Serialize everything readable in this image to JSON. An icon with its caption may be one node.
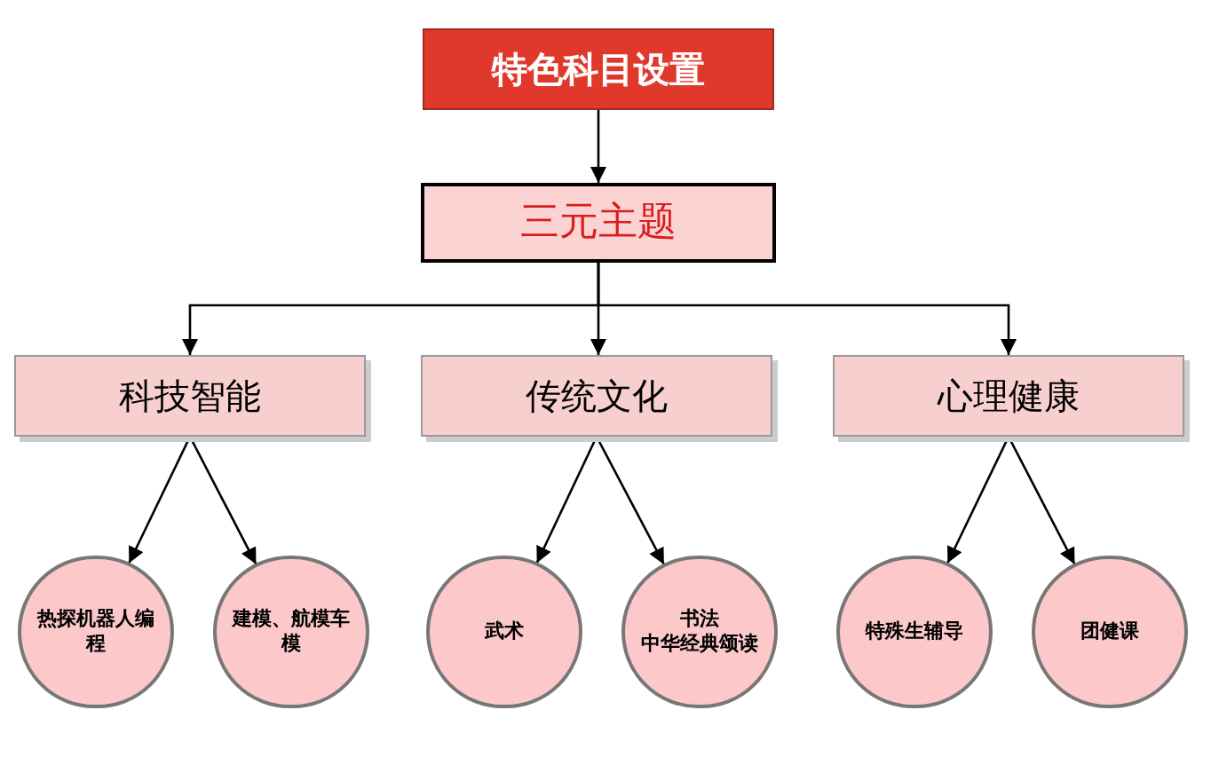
{
  "diagram": {
    "nodes": [
      {
        "text": [
          "特色科目设置"
        ]
      },
      {
        "text": [
          "三元主题"
        ]
      },
      {
        "text": [
          "科技智能"
        ]
      },
      {
        "text": [
          "传统文化"
        ]
      },
      {
        "text": [
          "心理健康"
        ]
      },
      {
        "text": [
          "热探机器人编程"
        ]
      },
      {
        "text": [
          "建模、航模车模"
        ]
      },
      {
        "text": [
          "武术"
        ]
      },
      {
        "text": [
          "书法",
          "中华经典颂读"
        ]
      },
      {
        "text": [
          "特殊生辅导"
        ]
      },
      {
        "text": [
          "团健课"
        ]
      }
    ],
    "edges": [
      {
        "from": 0,
        "to": 1,
        "arrow": "to"
      },
      {
        "from": 1,
        "to": 2,
        "arrow": "to"
      },
      {
        "from": 1,
        "to": 3,
        "arrow": "to"
      },
      {
        "from": 1,
        "to": 4,
        "arrow": "to"
      },
      {
        "from": 2,
        "to": 5,
        "arrow": "to"
      },
      {
        "from": 2,
        "to": 6,
        "arrow": "to"
      },
      {
        "from": 3,
        "to": 7,
        "arrow": "to"
      },
      {
        "from": 3,
        "to": 8,
        "arrow": "to"
      },
      {
        "from": 4,
        "to": 9,
        "arrow": "to"
      },
      {
        "from": 4,
        "to": 10,
        "arrow": "to"
      }
    ]
  }
}
